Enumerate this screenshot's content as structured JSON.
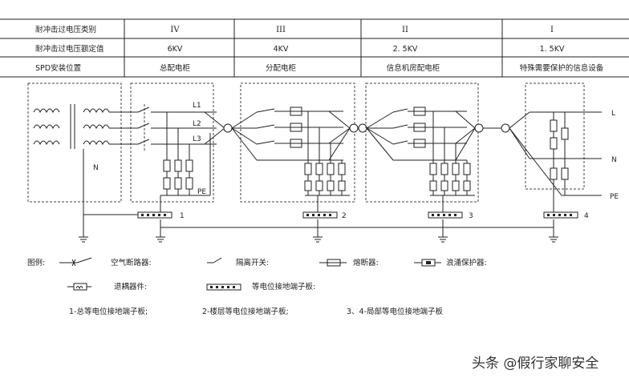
{
  "table": {
    "rows": [
      {
        "header": "耐冲击过电压类别",
        "cells": [
          "IV",
          "III",
          "II",
          "I"
        ]
      },
      {
        "header": "耐冲击过电压额定值",
        "cells": [
          "6KV",
          "4KV",
          "2. 5KV",
          "1. 5KV"
        ]
      },
      {
        "header": "SPD安装位置",
        "cells": [
          "总配电柜",
          "分配电柜",
          "信息机房配电柜",
          "特殊需要保护的信息设备"
        ]
      }
    ]
  },
  "diagram": {
    "line_labels": [
      "L1",
      "L2",
      "L3",
      "N",
      "PE"
    ],
    "output_labels": [
      "L",
      "N",
      "PE"
    ],
    "terminal_numbers": [
      "1",
      "2",
      "3",
      "4"
    ]
  },
  "legend": {
    "title": "图例:",
    "items": [
      "空气断路器:",
      "隔离开关:",
      "熔断器:",
      "浪涌保护器:",
      "退耦器件:",
      "等电位接地端子板:"
    ],
    "notes": [
      "1-总等电位接地端子板;",
      "2-楼层等电位接地端子板;",
      "3、4-局部等电位接地端子板"
    ]
  },
  "watermark": "头条 @假行家聊安全"
}
